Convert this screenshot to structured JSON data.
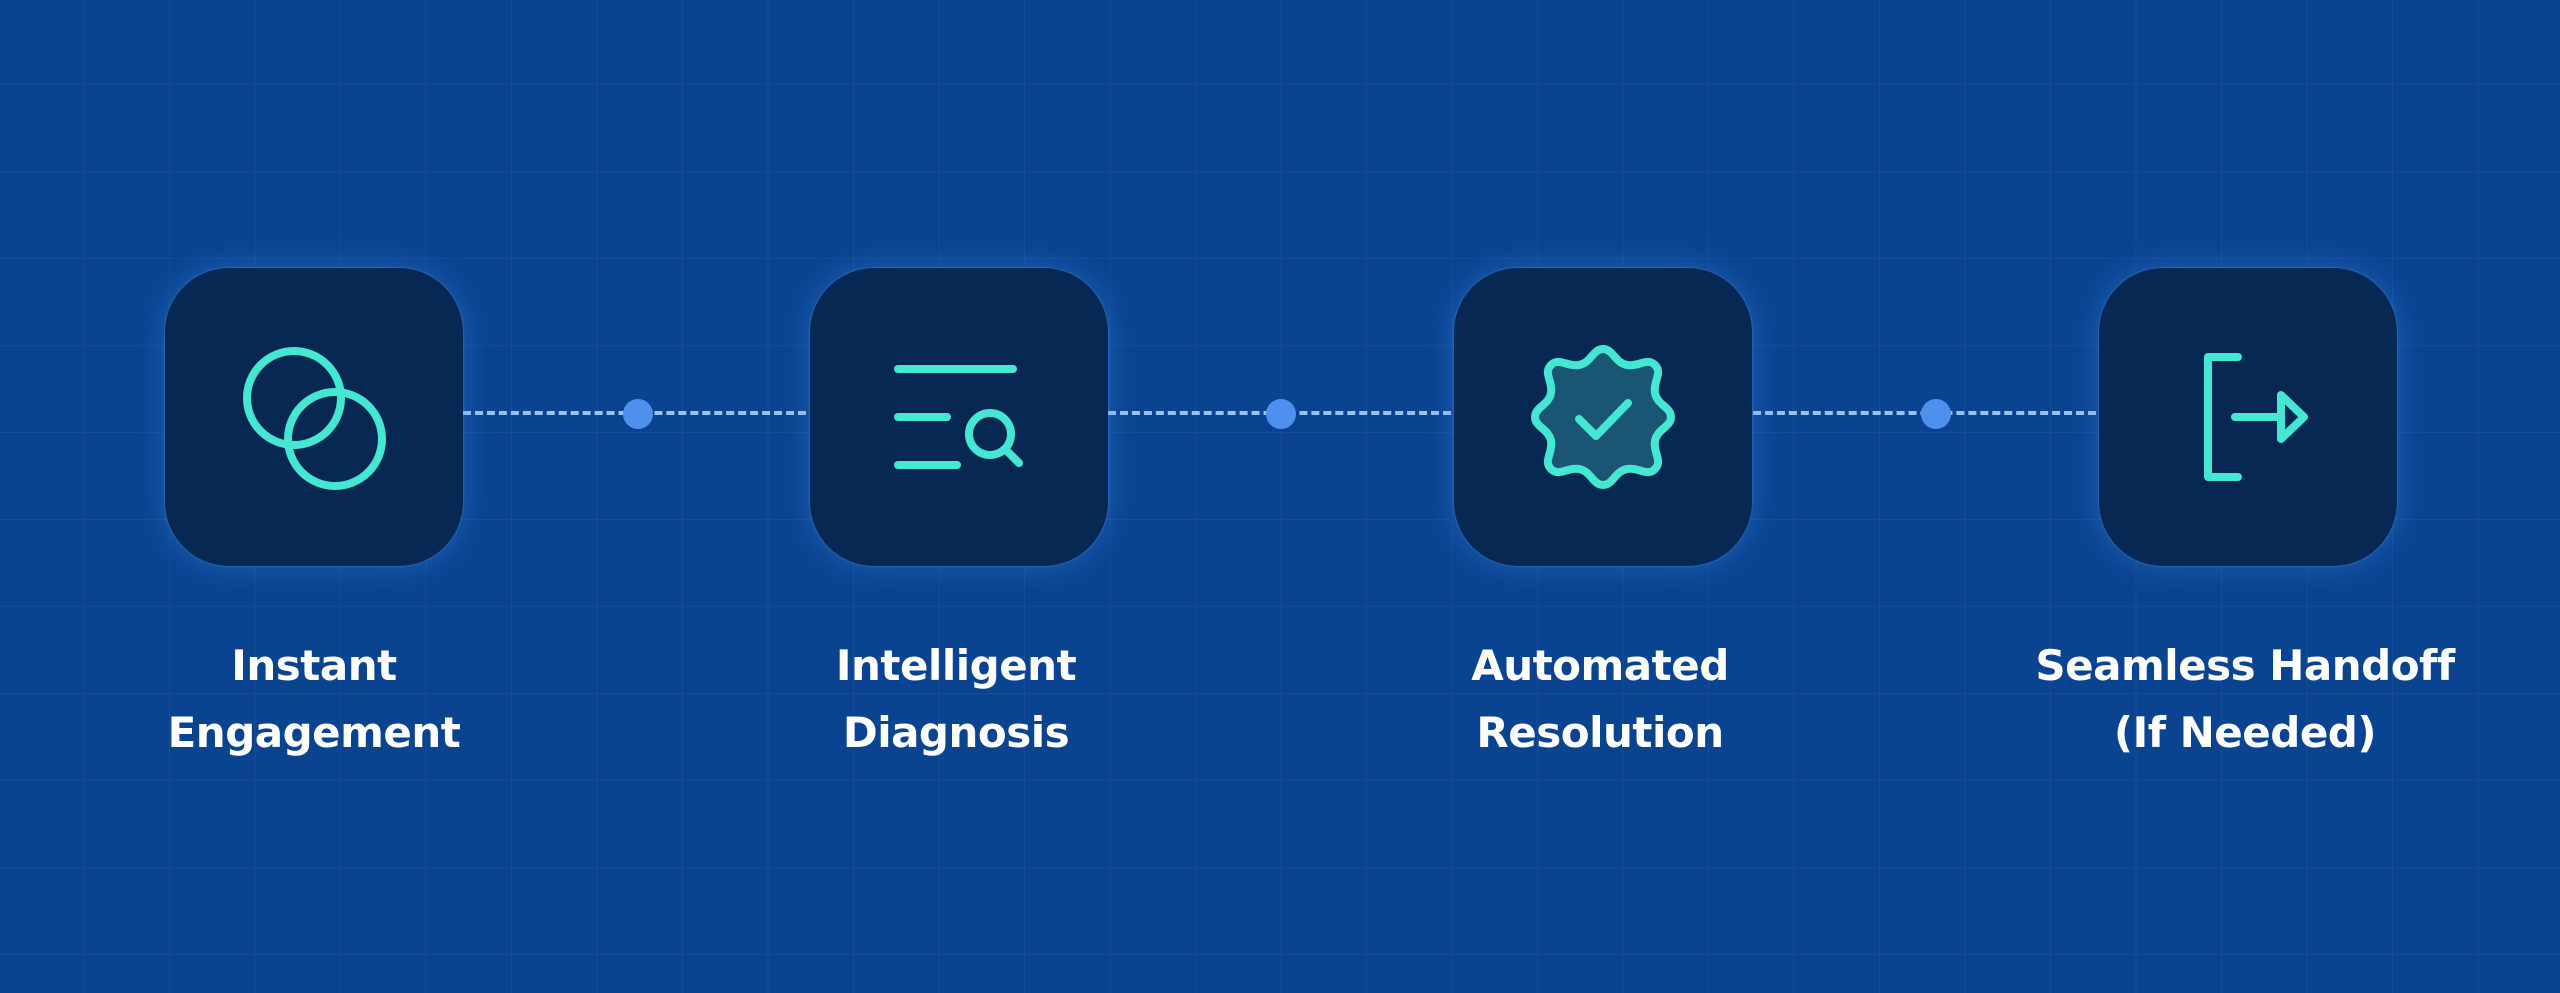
{
  "colors": {
    "background": "#0a4490",
    "tile": "#072853",
    "icon": "#45e6d2",
    "dot": "#4d90ee",
    "connector": "#9cc0ee",
    "label": "#ffffff"
  },
  "steps": [
    {
      "icon": "overlapping-circles-icon",
      "label_line1": "Instant",
      "label_line2": "Engagement"
    },
    {
      "icon": "list-search-icon",
      "label_line1": "Intelligent",
      "label_line2": "Diagnosis"
    },
    {
      "icon": "badge-check-icon",
      "label_line1": "Automated",
      "label_line2": "Resolution"
    },
    {
      "icon": "exit-arrow-icon",
      "label_line1": "Seamless Handoff",
      "label_line2": "(If Needed)"
    }
  ]
}
